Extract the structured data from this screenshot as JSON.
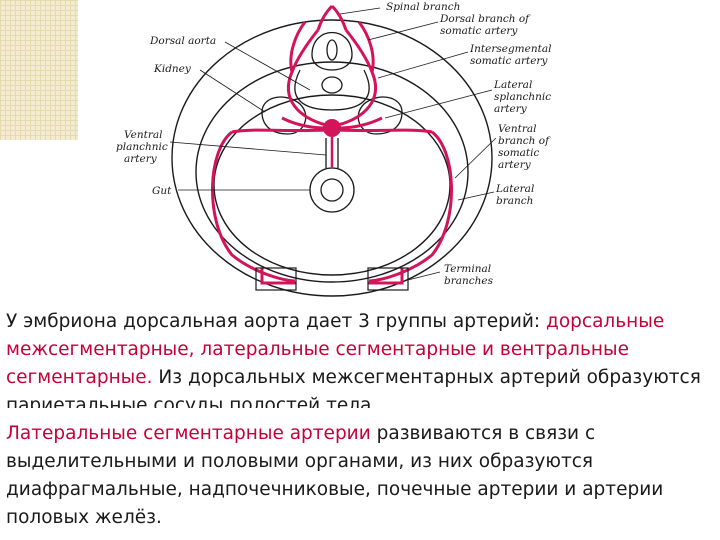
{
  "colors": {
    "artery": "#d4145a",
    "outline": "#1a1a1a",
    "highlight": "#c8003a"
  },
  "diagram": {
    "labels": {
      "spinal_branch": "Spinal branch",
      "dorsal_branch_line1": "Dorsal branch of",
      "dorsal_branch_line2": "somatic artery",
      "dorsal_aorta": "Dorsal aorta",
      "intersegmental_line1": "Intersegmental",
      "intersegmental_line2": "somatic artery",
      "kidney": "Kidney",
      "lateral_splanchnic_line1": "Lateral",
      "lateral_splanchnic_line2": "splanchnic",
      "lateral_splanchnic_line3": "artery",
      "ventral_splanchnic_line1": "Ventral",
      "ventral_splanchnic_line2": "planchnic",
      "ventral_splanchnic_line3": "artery",
      "ventral_branch_line1": "Ventral",
      "ventral_branch_line2": "branch of",
      "ventral_branch_line3": "somatic",
      "ventral_branch_line4": "artery",
      "gut": "Gut",
      "lateral_branch_line1": "Lateral",
      "lateral_branch_line2": "branch",
      "terminal_branches_line1": "Terminal",
      "terminal_branches_line2": "branches"
    }
  },
  "text": {
    "p1_part1": "У эмбриона дорсальная аорта дает 3 группы артерий: ",
    "p1_red": "дорсальные межсегментарные, латеральные сегментарные и вентральные сегментарные.",
    "p1_part2": " Из дорсальных межсегментарных артерий образуются париетальные сосуды полостей тела.",
    "p2_red": "Латеральные сегментарные артерии",
    "p2_rest": " развиваются в связи  с выделительными и половыми органами, из них образуются диафрагмальные, надпочечниковые, почечные артерии и артерии половых желёз."
  }
}
